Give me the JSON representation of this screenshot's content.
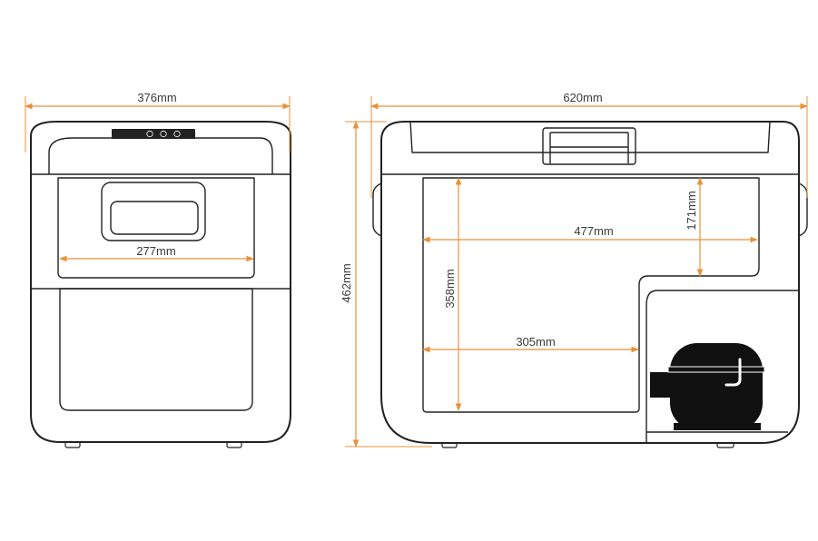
{
  "colors": {
    "dimension": "#e8913a",
    "outline": "#222222",
    "compressor": "#111111",
    "text": "#3a3a3a"
  },
  "front_view": {
    "width_label": "376mm",
    "inner_width_label": "277mm"
  },
  "side_view": {
    "width_label": "620mm",
    "height_label": "462mm",
    "inner_width_label": "477mm",
    "step_height_label": "171mm",
    "inner_height_label": "358mm",
    "lower_width_label": "305mm"
  }
}
